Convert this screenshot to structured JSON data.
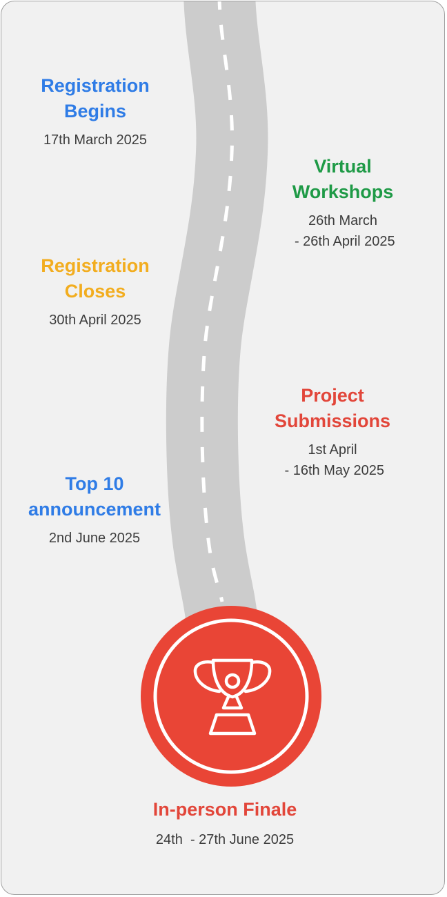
{
  "colors": {
    "background": "#f1f1f1",
    "road": "#cccccc",
    "lane_marking": "#ffffff",
    "blue": "#2f7ce6",
    "green": "#1e9a46",
    "yellow": "#f2ad1f",
    "red": "#e2463a",
    "trophy_circle": "#e94536"
  },
  "milestones": [
    {
      "title": "Registration\nBegins",
      "date": "17th March 2025"
    },
    {
      "title": "Virtual\nWorkshops",
      "date": "26th March\n - 26th April 2025"
    },
    {
      "title": "Registration\nCloses",
      "date": "30th April 2025"
    },
    {
      "title": "Project\nSubmissions",
      "date": "1st April\n - 16th May 2025"
    },
    {
      "title": "Top 10\nannouncement",
      "date": "2nd June 2025"
    }
  ],
  "finale": {
    "icon": "trophy-icon",
    "title": "In-person Finale",
    "date": "24th  - 27th June 2025"
  }
}
